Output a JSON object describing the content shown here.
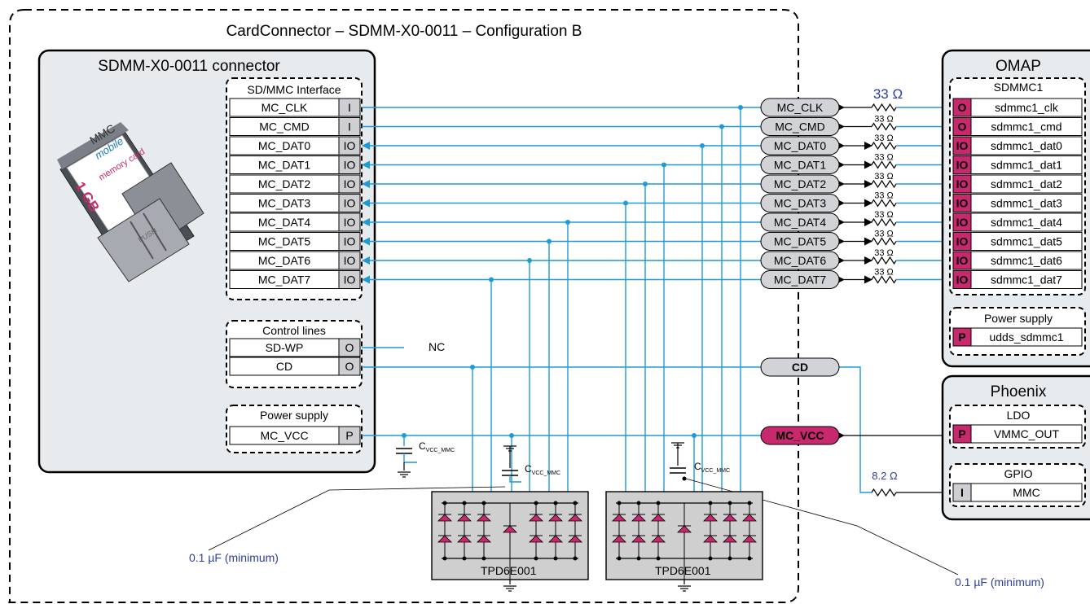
{
  "title": "CardConnector – SDMM-X0-0011 – Configuration B",
  "connector": {
    "title": "SDMM-X0-0011 connector",
    "card_text": {
      "brand": "MMC",
      "sub": "mobile",
      "cap": "1 GB",
      "memory": "memory card",
      "push": "PUSH"
    },
    "sdmmc_group": "SD/MMC Interface",
    "pins": [
      {
        "name": "MC_CLK",
        "dir": "I"
      },
      {
        "name": "MC_CMD",
        "dir": "I"
      },
      {
        "name": "MC_DAT0",
        "dir": "IO"
      },
      {
        "name": "MC_DAT1",
        "dir": "IO"
      },
      {
        "name": "MC_DAT2",
        "dir": "IO"
      },
      {
        "name": "MC_DAT3",
        "dir": "IO"
      },
      {
        "name": "MC_DAT4",
        "dir": "IO"
      },
      {
        "name": "MC_DAT5",
        "dir": "IO"
      },
      {
        "name": "MC_DAT6",
        "dir": "IO"
      },
      {
        "name": "MC_DAT7",
        "dir": "IO"
      }
    ],
    "control_group": "Control lines",
    "control_pins": [
      {
        "name": "SD-WP",
        "dir": "O"
      },
      {
        "name": "CD",
        "dir": "O"
      }
    ],
    "nc_label": "NC",
    "power_group": "Power supply",
    "power_pin": {
      "name": "MC_VCC",
      "dir": "P"
    }
  },
  "nets": [
    "MC_CLK",
    "MC_CMD",
    "MC_DAT0",
    "MC_DAT1",
    "MC_DAT2",
    "MC_DAT3",
    "MC_DAT4",
    "MC_DAT5",
    "MC_DAT6",
    "MC_DAT7"
  ],
  "net_cd": "CD",
  "net_vcc": "MC_VCC",
  "resistor_big": "33 Ω",
  "resistor_small": "33 Ω",
  "resistor_cd": "8.2 Ω",
  "cap_label_main": "C",
  "cap_label_sub": "VCC_MMC",
  "cap_note_left": "0.1 µF (minimum)",
  "cap_note_right": "0.1 µF (minimum)",
  "tvs_label": "TPD6E001",
  "omap": {
    "title": "OMAP",
    "group": "SDMMC1",
    "pins": [
      {
        "dir": "O",
        "name": "sdmmc1_clk"
      },
      {
        "dir": "O",
        "name": "sdmmc1_cmd"
      },
      {
        "dir": "IO",
        "name": "sdmmc1_dat0"
      },
      {
        "dir": "IO",
        "name": "sdmmc1_dat1"
      },
      {
        "dir": "IO",
        "name": "sdmmc1_dat2"
      },
      {
        "dir": "IO",
        "name": "sdmmc1_dat3"
      },
      {
        "dir": "IO",
        "name": "sdmmc1_dat4"
      },
      {
        "dir": "IO",
        "name": "sdmmc1_dat5"
      },
      {
        "dir": "IO",
        "name": "sdmmc1_dat6"
      },
      {
        "dir": "IO",
        "name": "sdmmc1_dat7"
      }
    ],
    "power_group": "Power supply",
    "power_pin": {
      "dir": "P",
      "name": "udds_sdmmc1"
    }
  },
  "phoenix": {
    "title": "Phoenix",
    "ldo_group": "LDO",
    "ldo_pin": {
      "dir": "P",
      "name": "VMMC_OUT"
    },
    "gpio_group": "GPIO",
    "gpio_pin": {
      "dir": "I",
      "name": "MMC"
    }
  },
  "colors": {
    "wire": "#1e9ad6",
    "accent": "#c8286e",
    "panel": "#e8ebee",
    "pill": "#d1d3d7",
    "tvs": "#cfcfcf"
  }
}
